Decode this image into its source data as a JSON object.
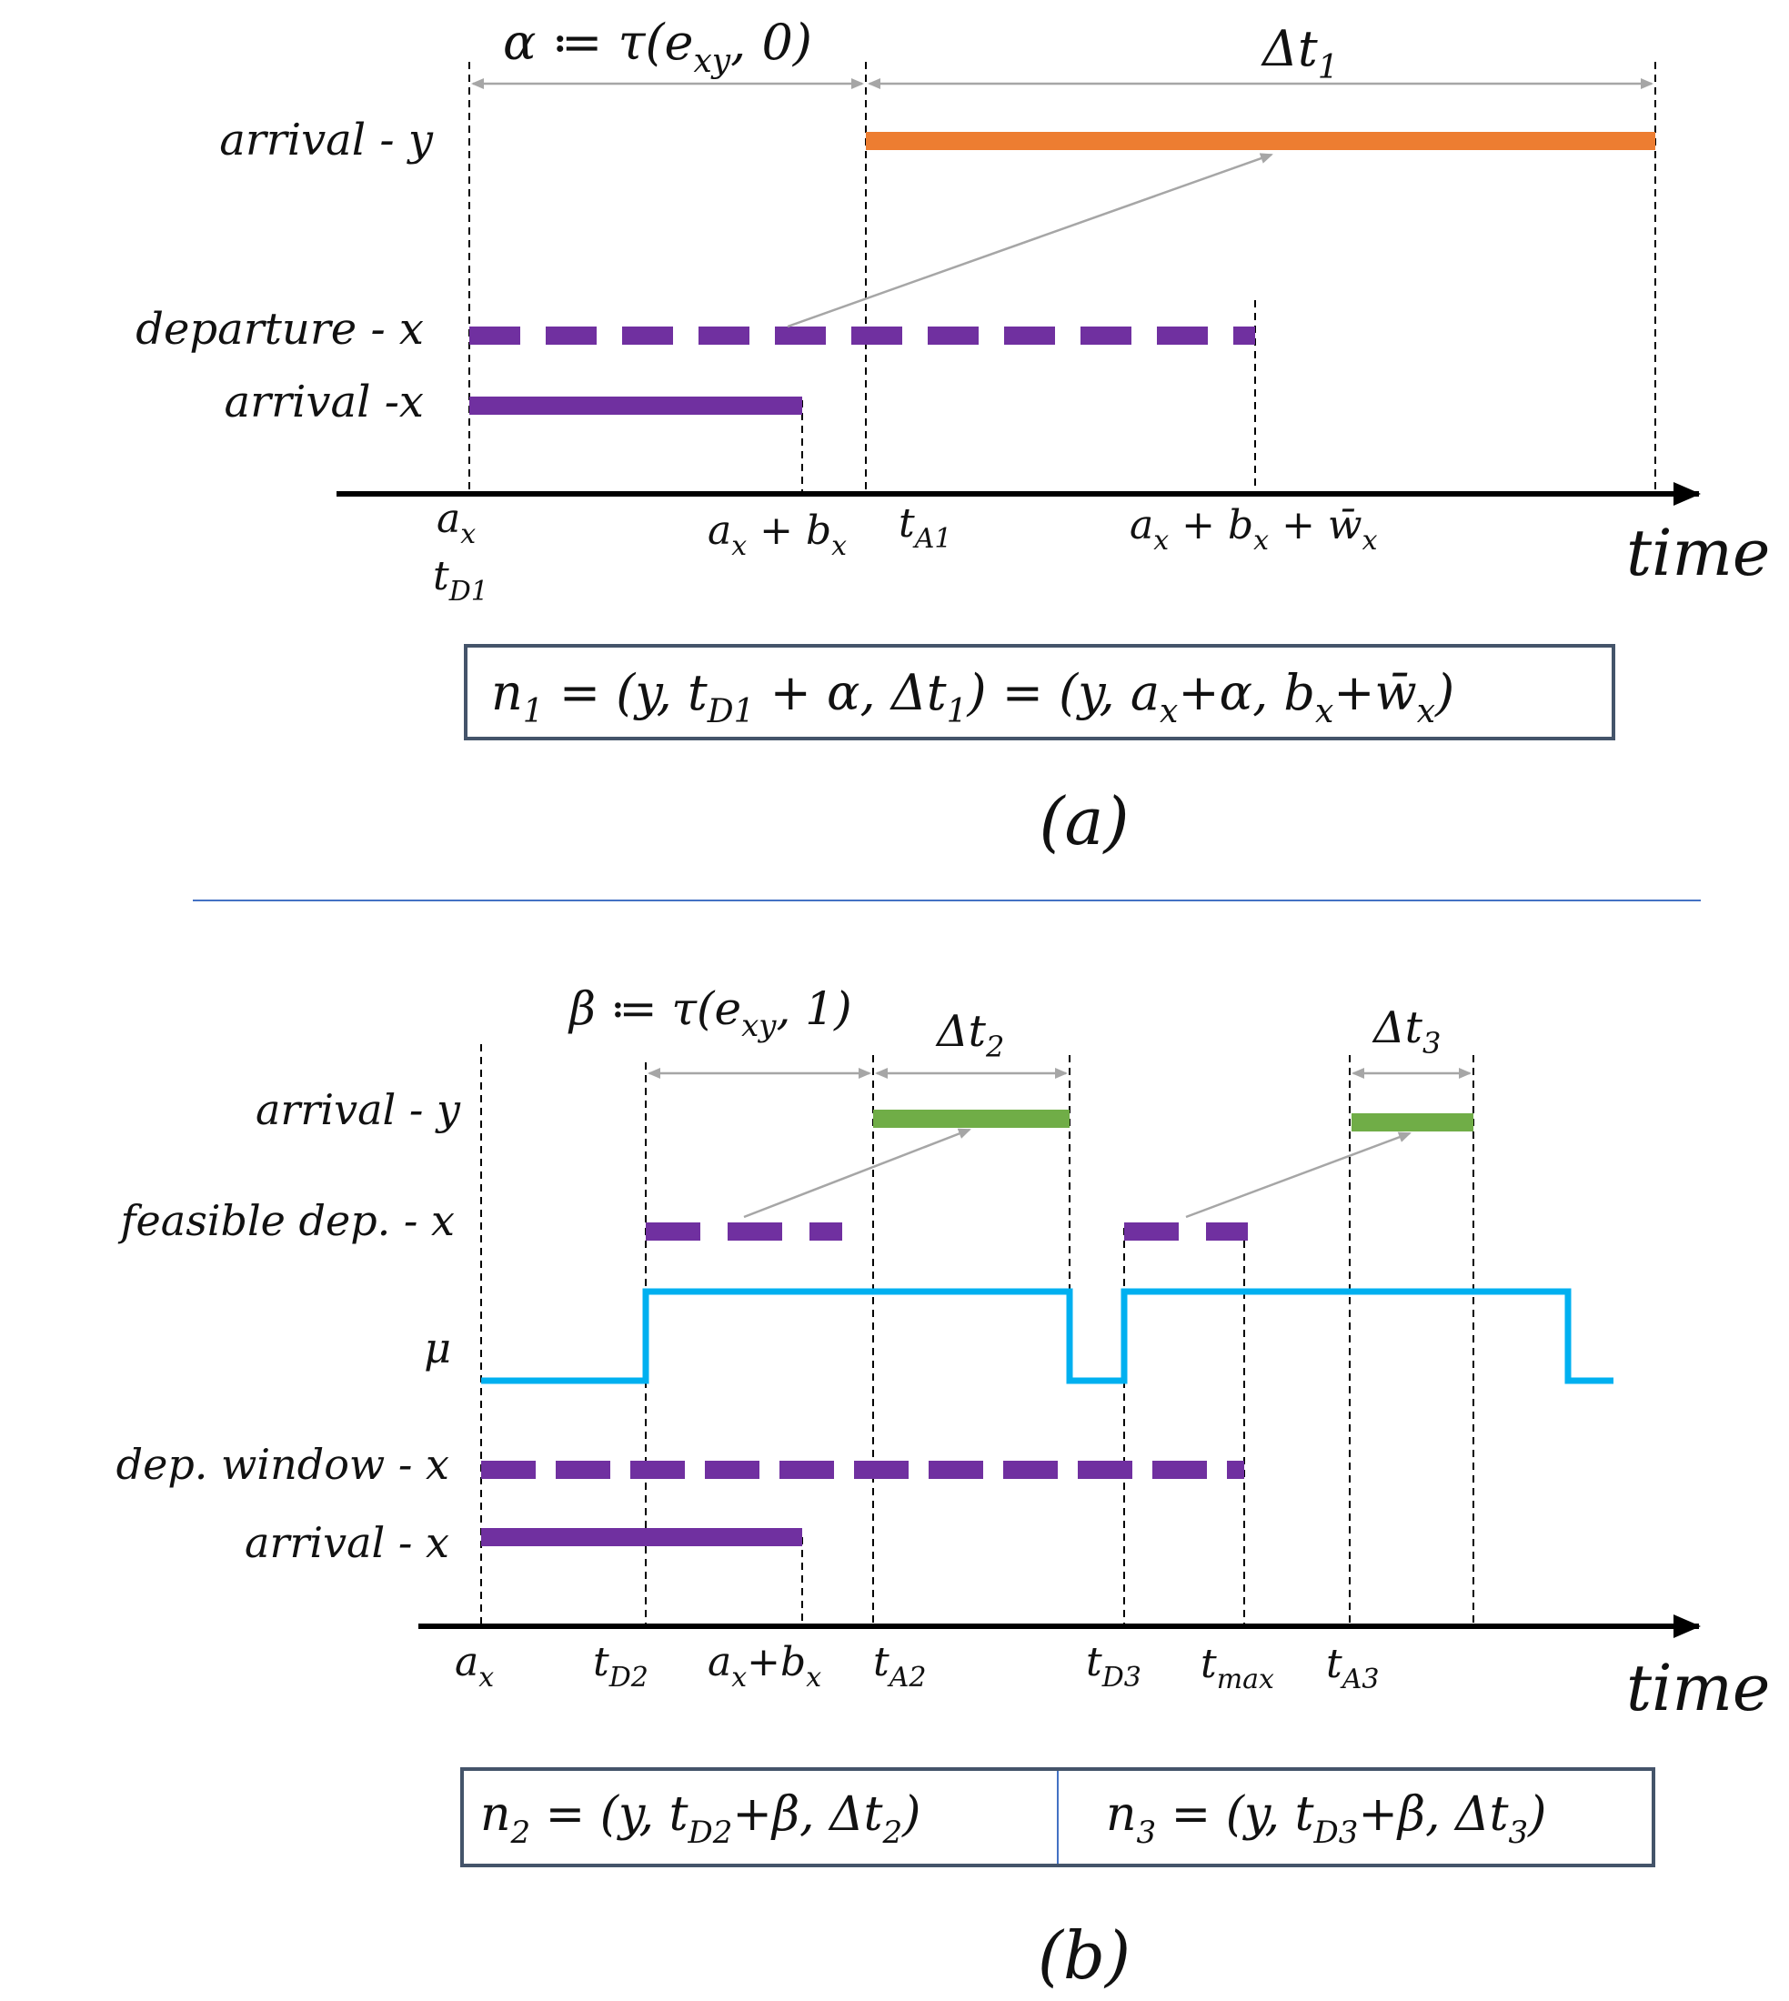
{
  "panel_a": {
    "alpha_def": "α ≔ τ(e",
    "alpha_sub": "xy",
    "alpha_tail": ", 0)",
    "delta_t1": "Δt",
    "delta_t1_sub": "1",
    "row_arrival_y": "arrival - y",
    "row_departure_x": "departure - x",
    "row_arrival_x": "arrival  -x",
    "tick_ax": "a",
    "tick_ax_sub": "x",
    "tick_tD1": "t",
    "tick_tD1_sub": "D1",
    "tick_ax_bx": "a",
    "tick_ax_bx_sub": "x",
    "tick_ax_bx_mid": " + b",
    "tick_ax_bx_sub2": "x",
    "tick_tA1": "t",
    "tick_tA1_sub": "A1",
    "tick_window_a": "a",
    "tick_window_a_sub": "x",
    "tick_window_mid": " + b",
    "tick_window_sub2": "x",
    "tick_window_tail": " + w̄",
    "tick_window_sub3": "x",
    "axis_label": "time",
    "formula": {
      "n": "n",
      "n_sub": "1",
      "p1": " =  (y, t",
      "p1_sub": "D1",
      "p2": " + α, Δt",
      "p2_sub": "1",
      "p3": ")  =  (y, a",
      "p3_sub": "x",
      "p4": "+α, b",
      "p4_sub": "x",
      "p5": "+w̄",
      "p5_sub": "x",
      "p6": ")"
    },
    "caption": "(a)"
  },
  "panel_b": {
    "beta_def": "β ≔ τ(e",
    "beta_sub": "xy",
    "beta_tail": ", 1)",
    "delta_t2": "Δt",
    "delta_t2_sub": "2",
    "delta_t3": "Δt",
    "delta_t3_sub": "3",
    "row_arrival_y": "arrival - y",
    "row_feasible": "feasible dep. - x",
    "row_mu": "μ",
    "row_dep_window": "dep. window - x",
    "row_arrival_x": "arrival - x",
    "tick_ax": "a",
    "tick_ax_sub": "x",
    "tick_tD2": "t",
    "tick_tD2_sub": "D2",
    "tick_axbx": "a",
    "tick_axbx_sub": "x",
    "tick_axbx_mid": "+b",
    "tick_axbx_sub2": "x",
    "tick_tA2": "t",
    "tick_tA2_sub": "A2",
    "tick_tD3": "t",
    "tick_tD3_sub": "D3",
    "tick_tmax": "t",
    "tick_tmax_sub": "max",
    "tick_tA3": "t",
    "tick_tA3_sub": "A3",
    "axis_label": "time",
    "formula_left": {
      "n": "n",
      "n_sub": "2",
      "p1": " = (y, t",
      "p1_sub": "D2",
      "p2": "+β, Δt",
      "p2_sub": "2",
      "p3": ")"
    },
    "formula_right": {
      "n": "n",
      "n_sub": "3",
      "p1": " = (y, t",
      "p1_sub": "D3",
      "p2": "+β, Δt",
      "p2_sub": "3",
      "p3": ")"
    },
    "caption": "(b)"
  },
  "colors": {
    "orange": "#ED7D31",
    "purple": "#7030A0",
    "green": "#70AD47",
    "cyan": "#00B0F0",
    "arrow_gray": "#A6A6A6",
    "box_border": "#44546A",
    "divider": "#4472C4"
  }
}
